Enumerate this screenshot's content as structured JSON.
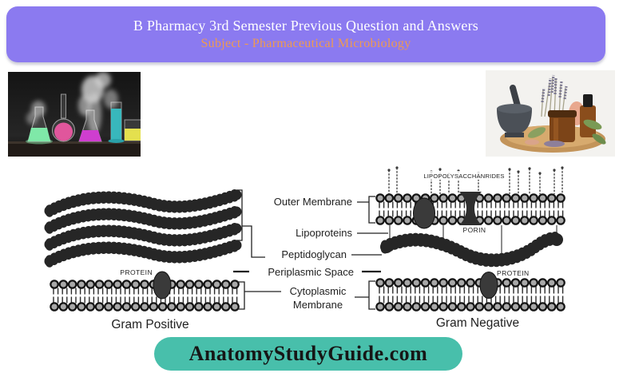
{
  "header": {
    "title": "B Pharmacy 3rd Semester Previous Question and Answers",
    "subtitle": "Subject - Pharmaceutical Microbiology",
    "colors": {
      "background": "#8b7af0",
      "title": "#ffffff",
      "subtitle": "#ef9a50"
    }
  },
  "images": {
    "left": "chemistry-lab-glassware-photo",
    "right": "herbal-pharmacy-still-life-photo"
  },
  "diagram": {
    "left_caption": "Gram Positive",
    "right_caption": "Gram Negative",
    "labels": {
      "outer_membrane": "Outer Membrane",
      "lipoproteins": "Lipoproteins",
      "peptidoglycan": "Peptidoglycan",
      "periplasmic_space": "Periplasmic Space",
      "cytoplasmic_membrane_line1": "Cytoplasmic",
      "cytoplasmic_membrane_line2": "Membrane",
      "protein_gram_positive": "PROTEIN",
      "protein_gram_negative": "PROTEIN",
      "porin": "PORIN",
      "lipopolysaccharides": "LIPOPOLYSACCHANRIDES"
    }
  },
  "footer": {
    "site": "AnatomyStudyGuide.com",
    "colors": {
      "background": "#48bfab",
      "text": "#161616"
    }
  }
}
